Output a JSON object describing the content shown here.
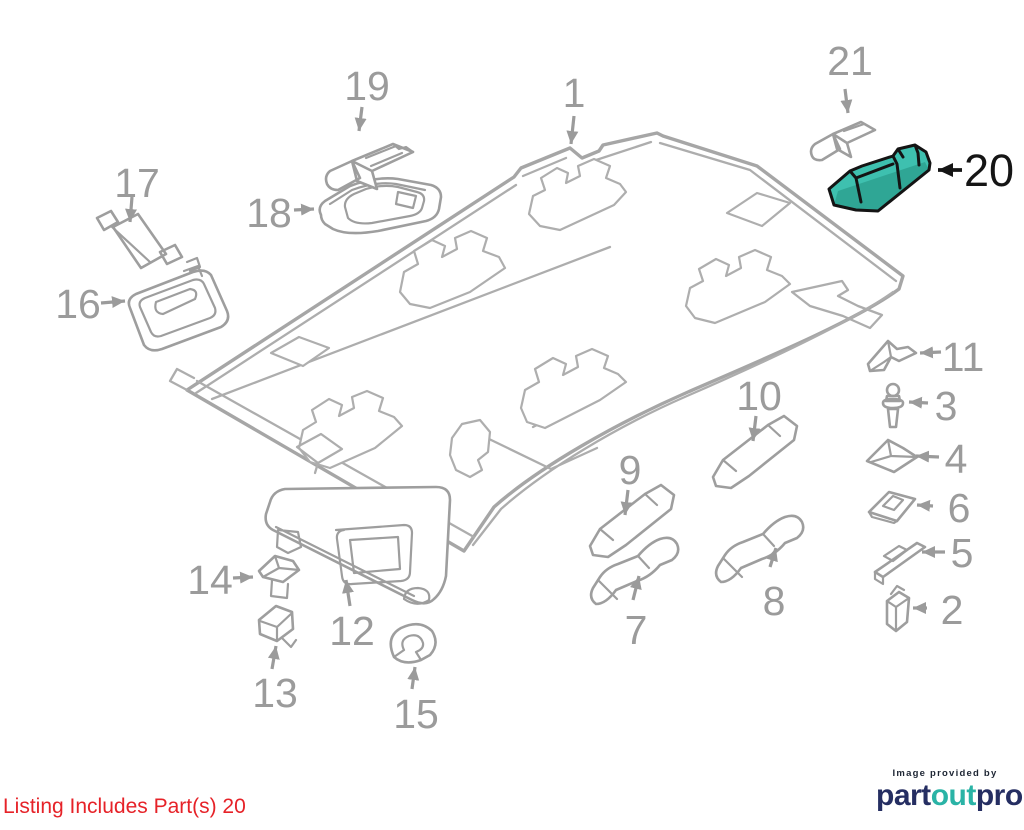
{
  "diagram": {
    "labels": {
      "p1": "1",
      "p2": "2",
      "p3": "3",
      "p4": "4",
      "p5": "5",
      "p6": "6",
      "p7": "7",
      "p8": "8",
      "p9": "9",
      "p10": "10",
      "p11": "11",
      "p12": "12",
      "p13": "13",
      "p14": "14",
      "p15": "15",
      "p16": "16",
      "p17": "17",
      "p18": "18",
      "p19": "19",
      "p20": "20",
      "p21": "21"
    },
    "highlighted_parts": [
      "20"
    ],
    "colors": {
      "line_gray": "#a9a9a9",
      "label_gray": "#9b9b9b",
      "callout_black": "#151515",
      "highlight_fill": "#3ec0af",
      "highlight_shade": "#2fa695",
      "note_red": "#e62228",
      "logo_navy": "#252e62",
      "logo_teal": "#2ab3a6"
    }
  },
  "footer": {
    "listing_note": "Listing Includes Part(s) 20"
  },
  "branding": {
    "provided_by": "Image provided by",
    "logo_prefix": "part",
    "logo_mid": "out",
    "logo_suffix": "pro"
  }
}
